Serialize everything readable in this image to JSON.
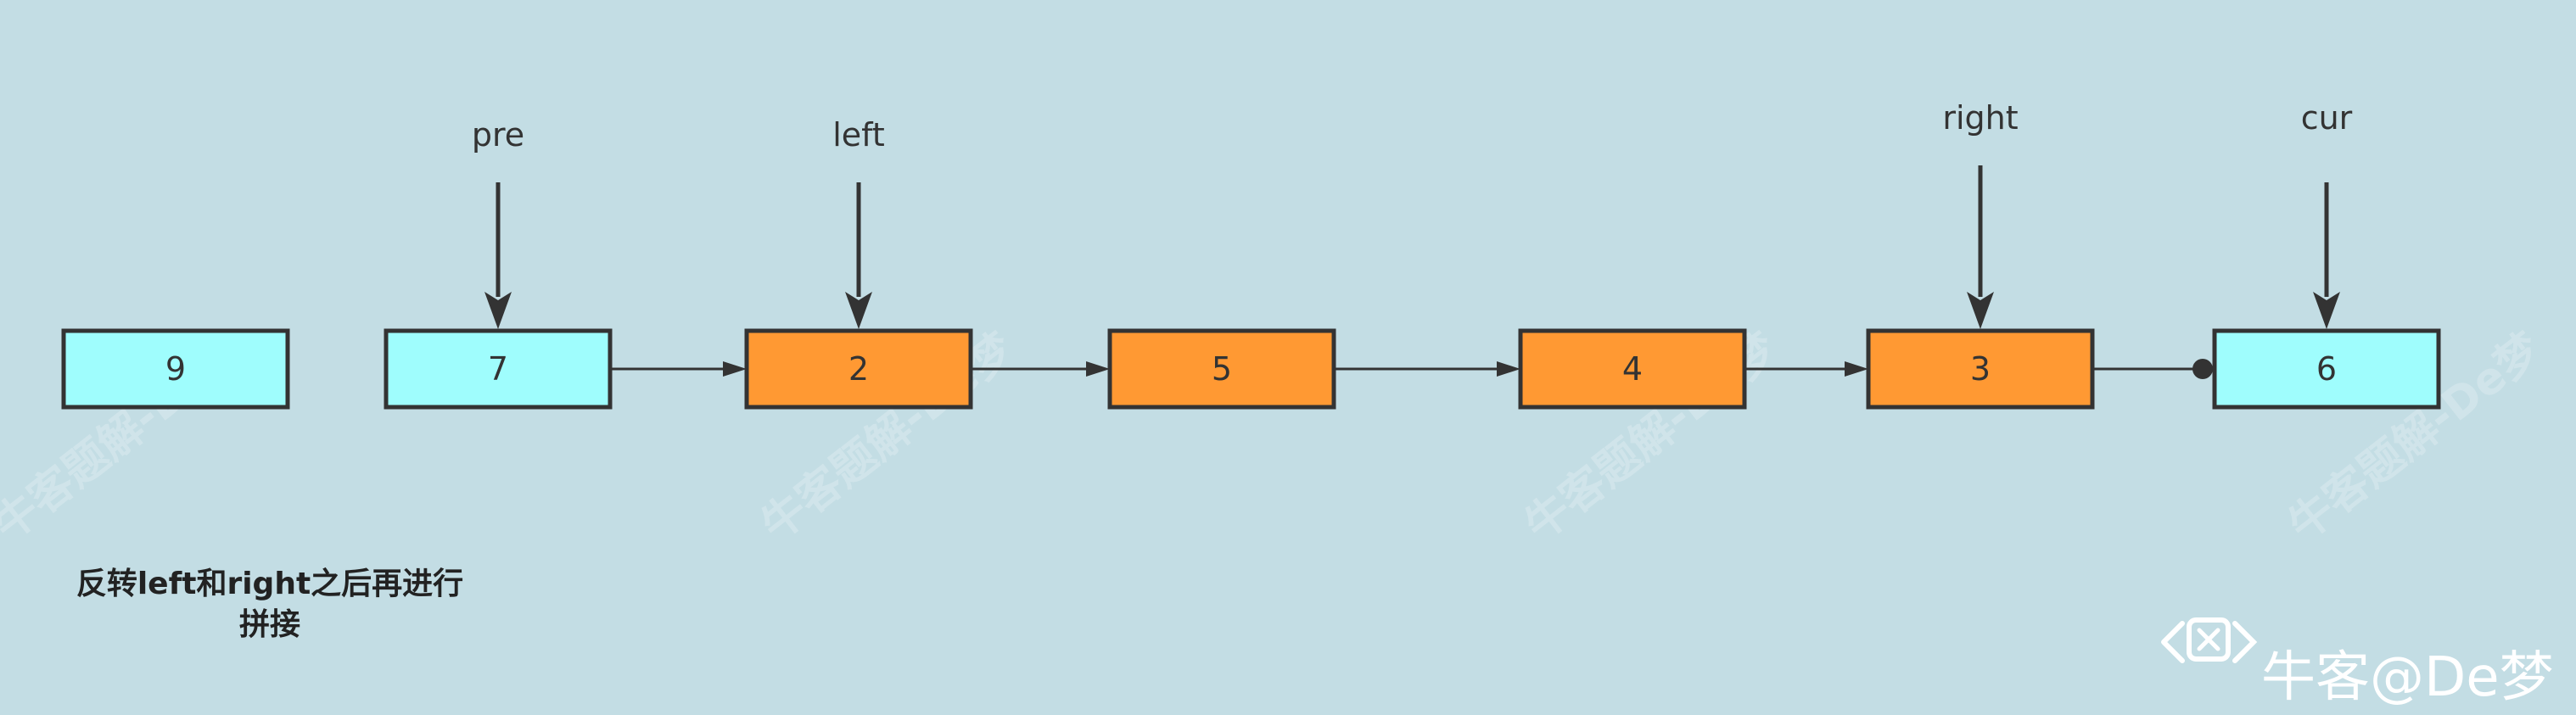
{
  "colors": {
    "background": "#c3dde4",
    "node_cyan": "#9ffdfd",
    "node_orange": "#ff9933",
    "stroke": "#333333"
  },
  "nodes": [
    {
      "id": "n9",
      "label": "9",
      "color": "cyan"
    },
    {
      "id": "n7",
      "label": "7",
      "color": "cyan"
    },
    {
      "id": "n2",
      "label": "2",
      "color": "orange"
    },
    {
      "id": "n5",
      "label": "5",
      "color": "orange"
    },
    {
      "id": "n4",
      "label": "4",
      "color": "orange"
    },
    {
      "id": "n3",
      "label": "3",
      "color": "orange"
    },
    {
      "id": "n6",
      "label": "6",
      "color": "cyan"
    }
  ],
  "links": [
    {
      "from": "n7",
      "to": "n2",
      "head": "arrow"
    },
    {
      "from": "n2",
      "to": "n5",
      "head": "arrow"
    },
    {
      "from": "n5",
      "to": "n4",
      "head": "arrow"
    },
    {
      "from": "n4",
      "to": "n3",
      "head": "arrow"
    },
    {
      "from": "n3",
      "to": "n6",
      "head": "dot"
    }
  ],
  "pointers": [
    {
      "label": "pre",
      "target": "n7"
    },
    {
      "label": "left",
      "target": "n2"
    },
    {
      "label": "right",
      "target": "n3"
    },
    {
      "label": "cur",
      "target": "n6"
    }
  ],
  "caption": {
    "line1": "反转left和right之后再进行",
    "line2": "拼接"
  },
  "watermark": "牛客题解-De梦",
  "brand": "牛客@De梦"
}
